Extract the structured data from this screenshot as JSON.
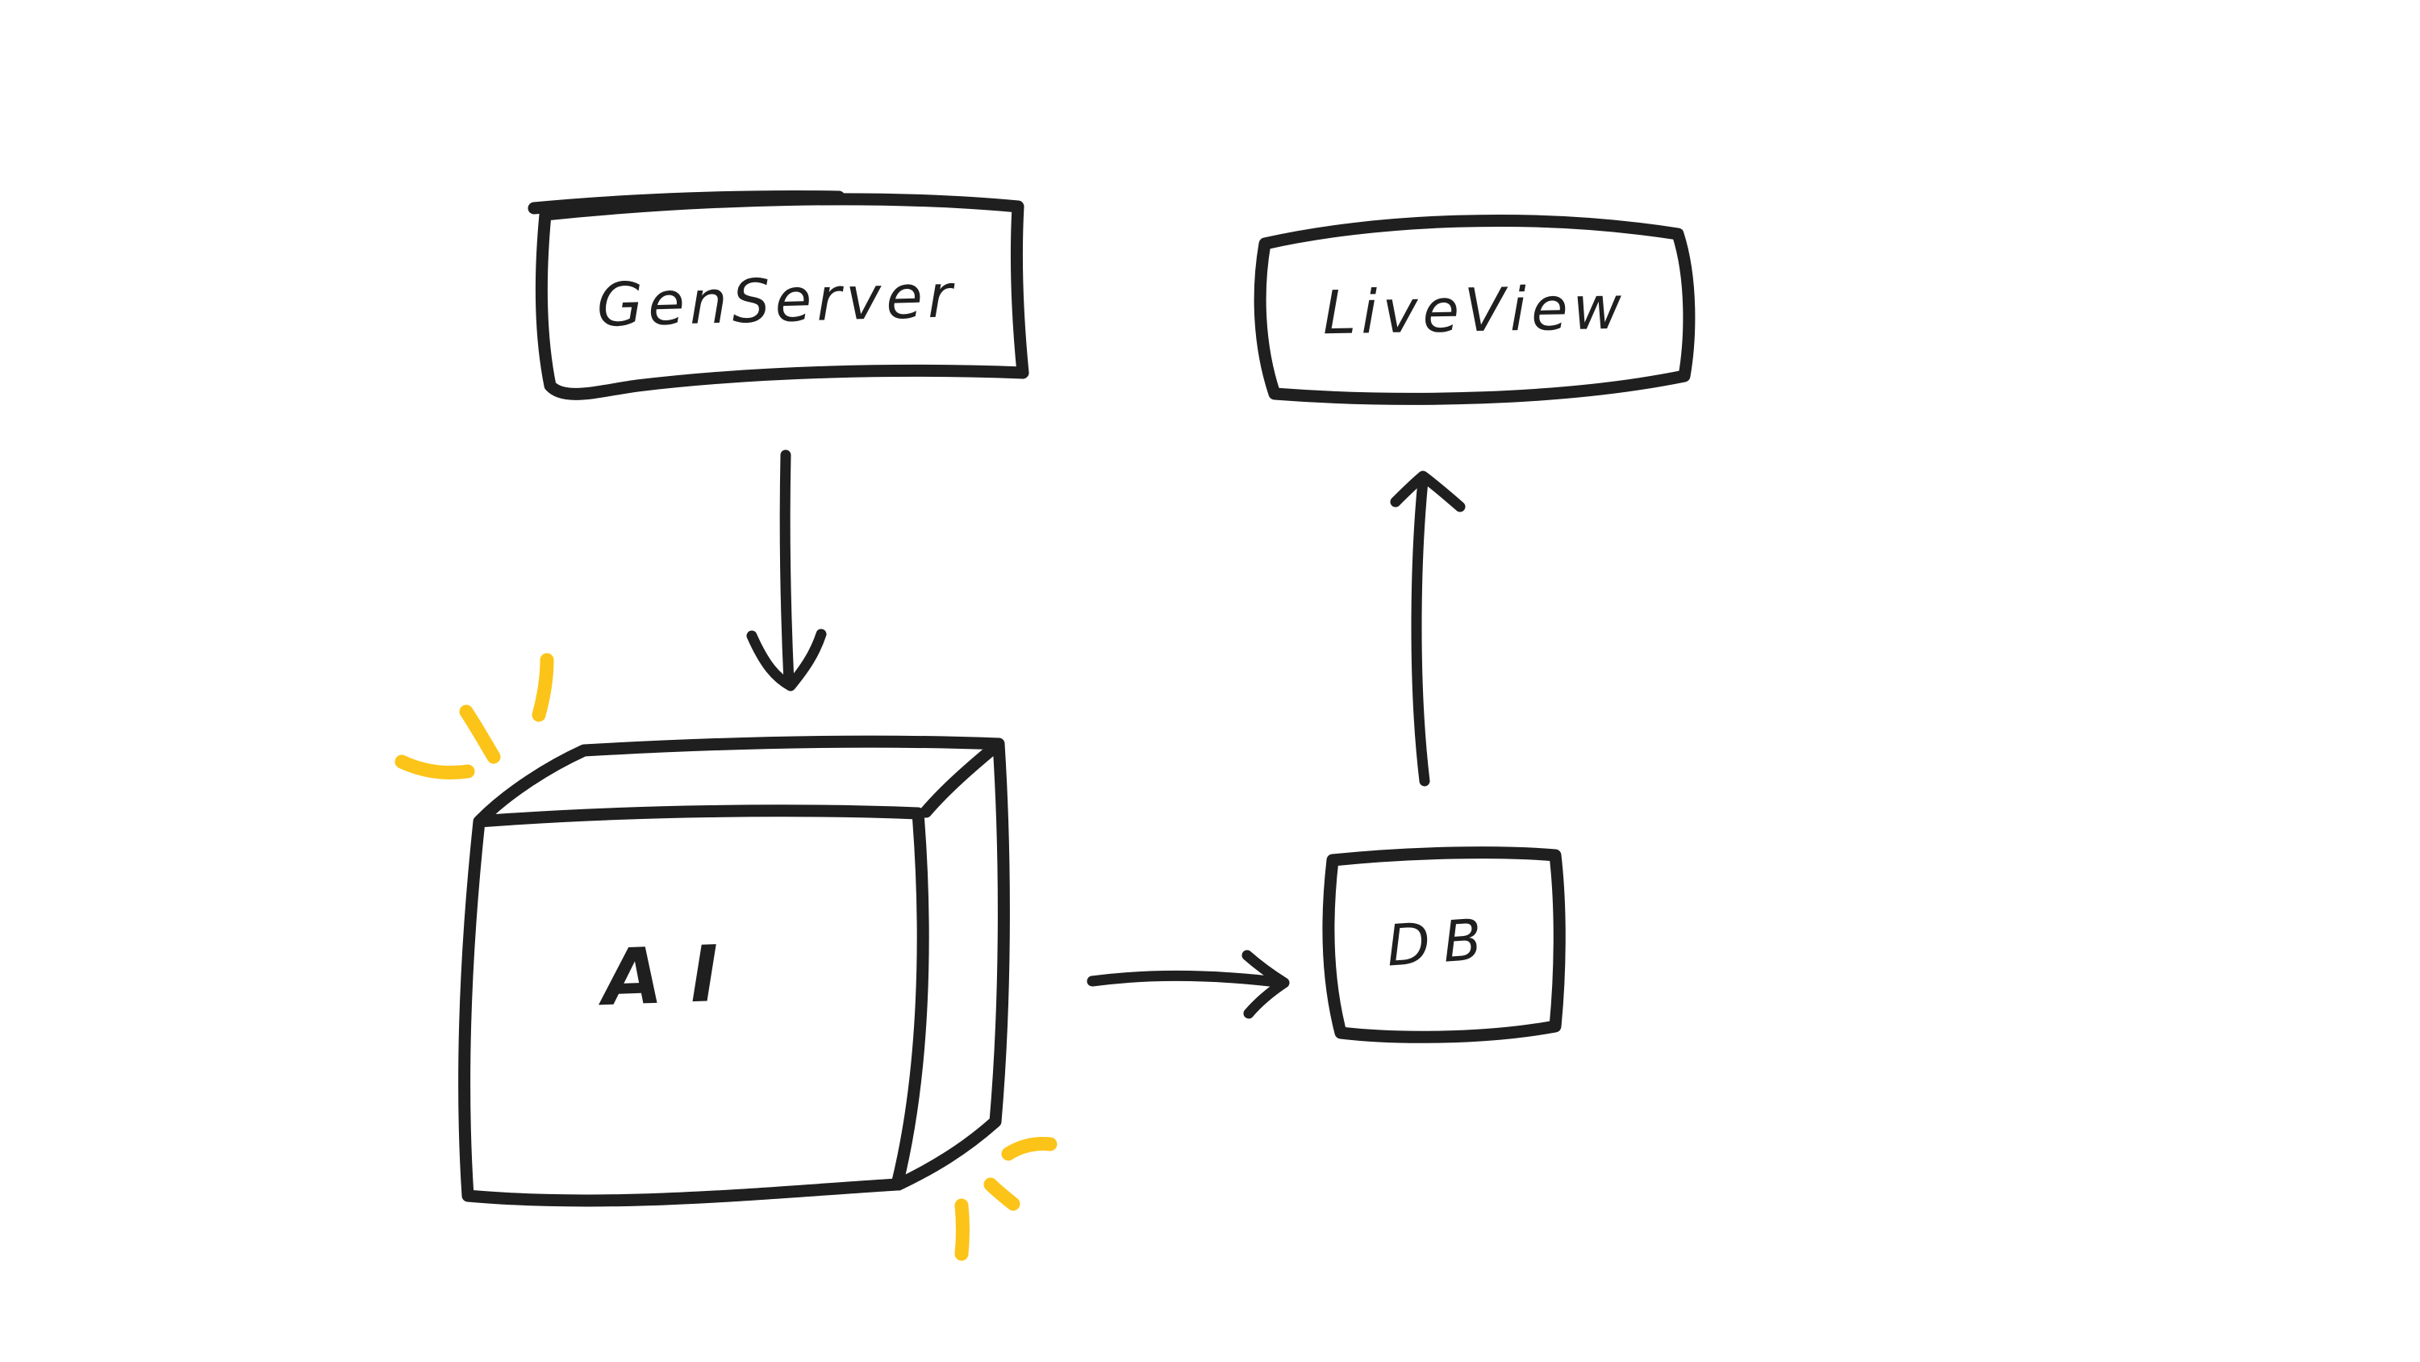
{
  "canvas": {
    "background_color": "#ffffff",
    "ink_color": "#1f1f1f",
    "accent_color": "#fcc419"
  },
  "diagram": {
    "nodes": [
      {
        "id": "genserver",
        "label": "GenServer",
        "shape": "rectangle"
      },
      {
        "id": "liveview",
        "label": "LiveView",
        "shape": "rectangle"
      },
      {
        "id": "ai",
        "label": "AI",
        "shape": "cube-3d",
        "decoration": "yellow-sparkles"
      },
      {
        "id": "db",
        "label": "DB",
        "shape": "rectangle"
      }
    ],
    "edges": [
      {
        "from": "GenServer",
        "to": "AI",
        "direction": "down"
      },
      {
        "from": "AI",
        "to": "DB",
        "direction": "right"
      },
      {
        "from": "DB",
        "to": "LiveView",
        "direction": "up"
      }
    ]
  }
}
